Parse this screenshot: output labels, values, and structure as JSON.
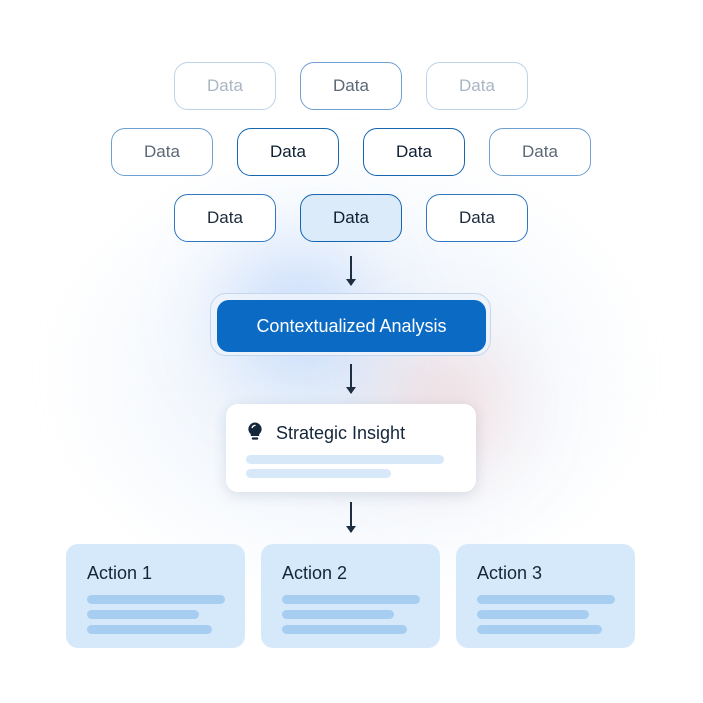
{
  "data_rows": [
    [
      "Data",
      "Data",
      "Data"
    ],
    [
      "Data",
      "Data",
      "Data",
      "Data"
    ],
    [
      "Data",
      "Data",
      "Data"
    ]
  ],
  "analysis": {
    "label": "Contextualized Analysis"
  },
  "insight": {
    "title": "Strategic Insight",
    "icon": "lightbulb-icon"
  },
  "actions": [
    {
      "title": "Action 1"
    },
    {
      "title": "Action 2"
    },
    {
      "title": "Action 3"
    }
  ],
  "colors": {
    "primary": "#0b6ac4",
    "pill_border": "#1565b3",
    "action_bg": "#d6e9fa",
    "action_bar": "#a7cdf0",
    "text_dark": "#14263a"
  }
}
